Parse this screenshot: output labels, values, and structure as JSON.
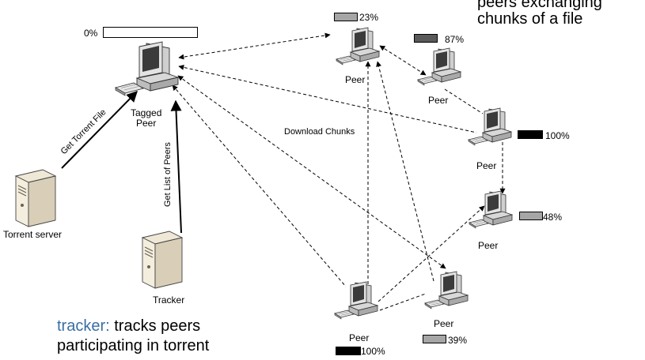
{
  "annotation_top_right": [
    "peers exchanging",
    "chunks of a file"
  ],
  "caption": {
    "accent_word": "tracker:",
    "rest_line1": " tracks peers",
    "line2": "participating in torrent"
  },
  "labels": {
    "tagged_peer": [
      "Tagged",
      "Peer"
    ],
    "torrent_server": "Torrent server",
    "tracker": "Tracker",
    "peer": "Peer",
    "get_torrent_file": "Get Torrent File",
    "get_list_of_peers": "Get List of Peers",
    "download_chunks": "Download Chunks"
  },
  "progress": [
    {
      "id": "tagged",
      "percent_text": "0%",
      "fill": 0.0,
      "color": "#ffffff"
    },
    {
      "id": "peer_top",
      "percent_text": "23%",
      "fill": 1.0,
      "color": "#a6a6a6"
    },
    {
      "id": "peer_top_right",
      "percent_text": "87%",
      "fill": 1.0,
      "color": "#595959"
    },
    {
      "id": "peer_right_mid",
      "percent_text": "100%",
      "fill": 1.0,
      "color": "#000000"
    },
    {
      "id": "peer_right_low",
      "percent_text": "48%",
      "fill": 1.0,
      "color": "#a6a6a6"
    },
    {
      "id": "peer_bottom_left",
      "percent_text": "100%",
      "fill": 1.0,
      "color": "#000000"
    },
    {
      "id": "peer_bottom_right",
      "percent_text": "39%",
      "fill": 1.0,
      "color": "#a6a6a6"
    }
  ],
  "colors": {
    "accent": "#3a6fa3",
    "line": "#000000"
  }
}
